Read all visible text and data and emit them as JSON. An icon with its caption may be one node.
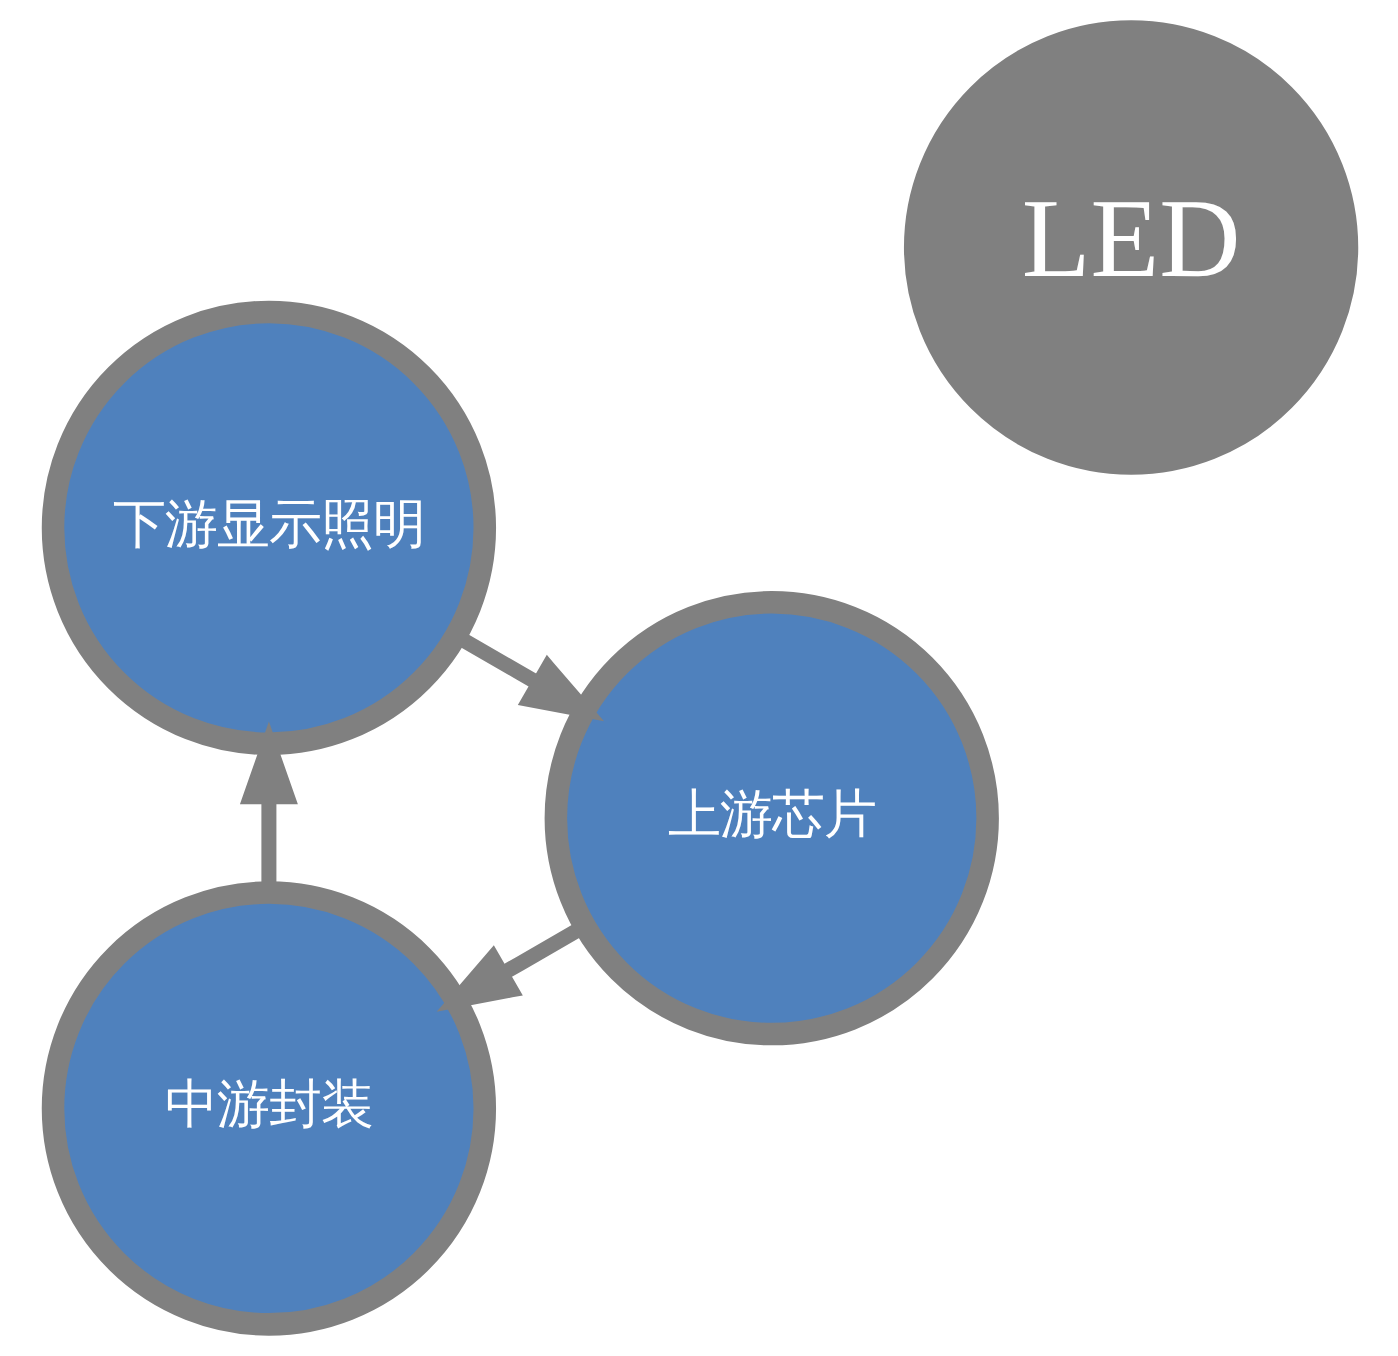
{
  "diagram": {
    "nodes": [
      {
        "text": [
          "中游封装"
        ]
      },
      {
        "text": [
          "LED"
        ]
      },
      {
        "text": [
          "下游显示照明"
        ]
      },
      {
        "text": [
          "上游芯片"
        ]
      }
    ],
    "edges": [
      {
        "from": 3,
        "to": 0,
        "arrow": "to"
      },
      {
        "from": 0,
        "to": 2,
        "arrow": "to"
      },
      {
        "from": 2,
        "to": 3,
        "arrow": "to"
      }
    ]
  }
}
